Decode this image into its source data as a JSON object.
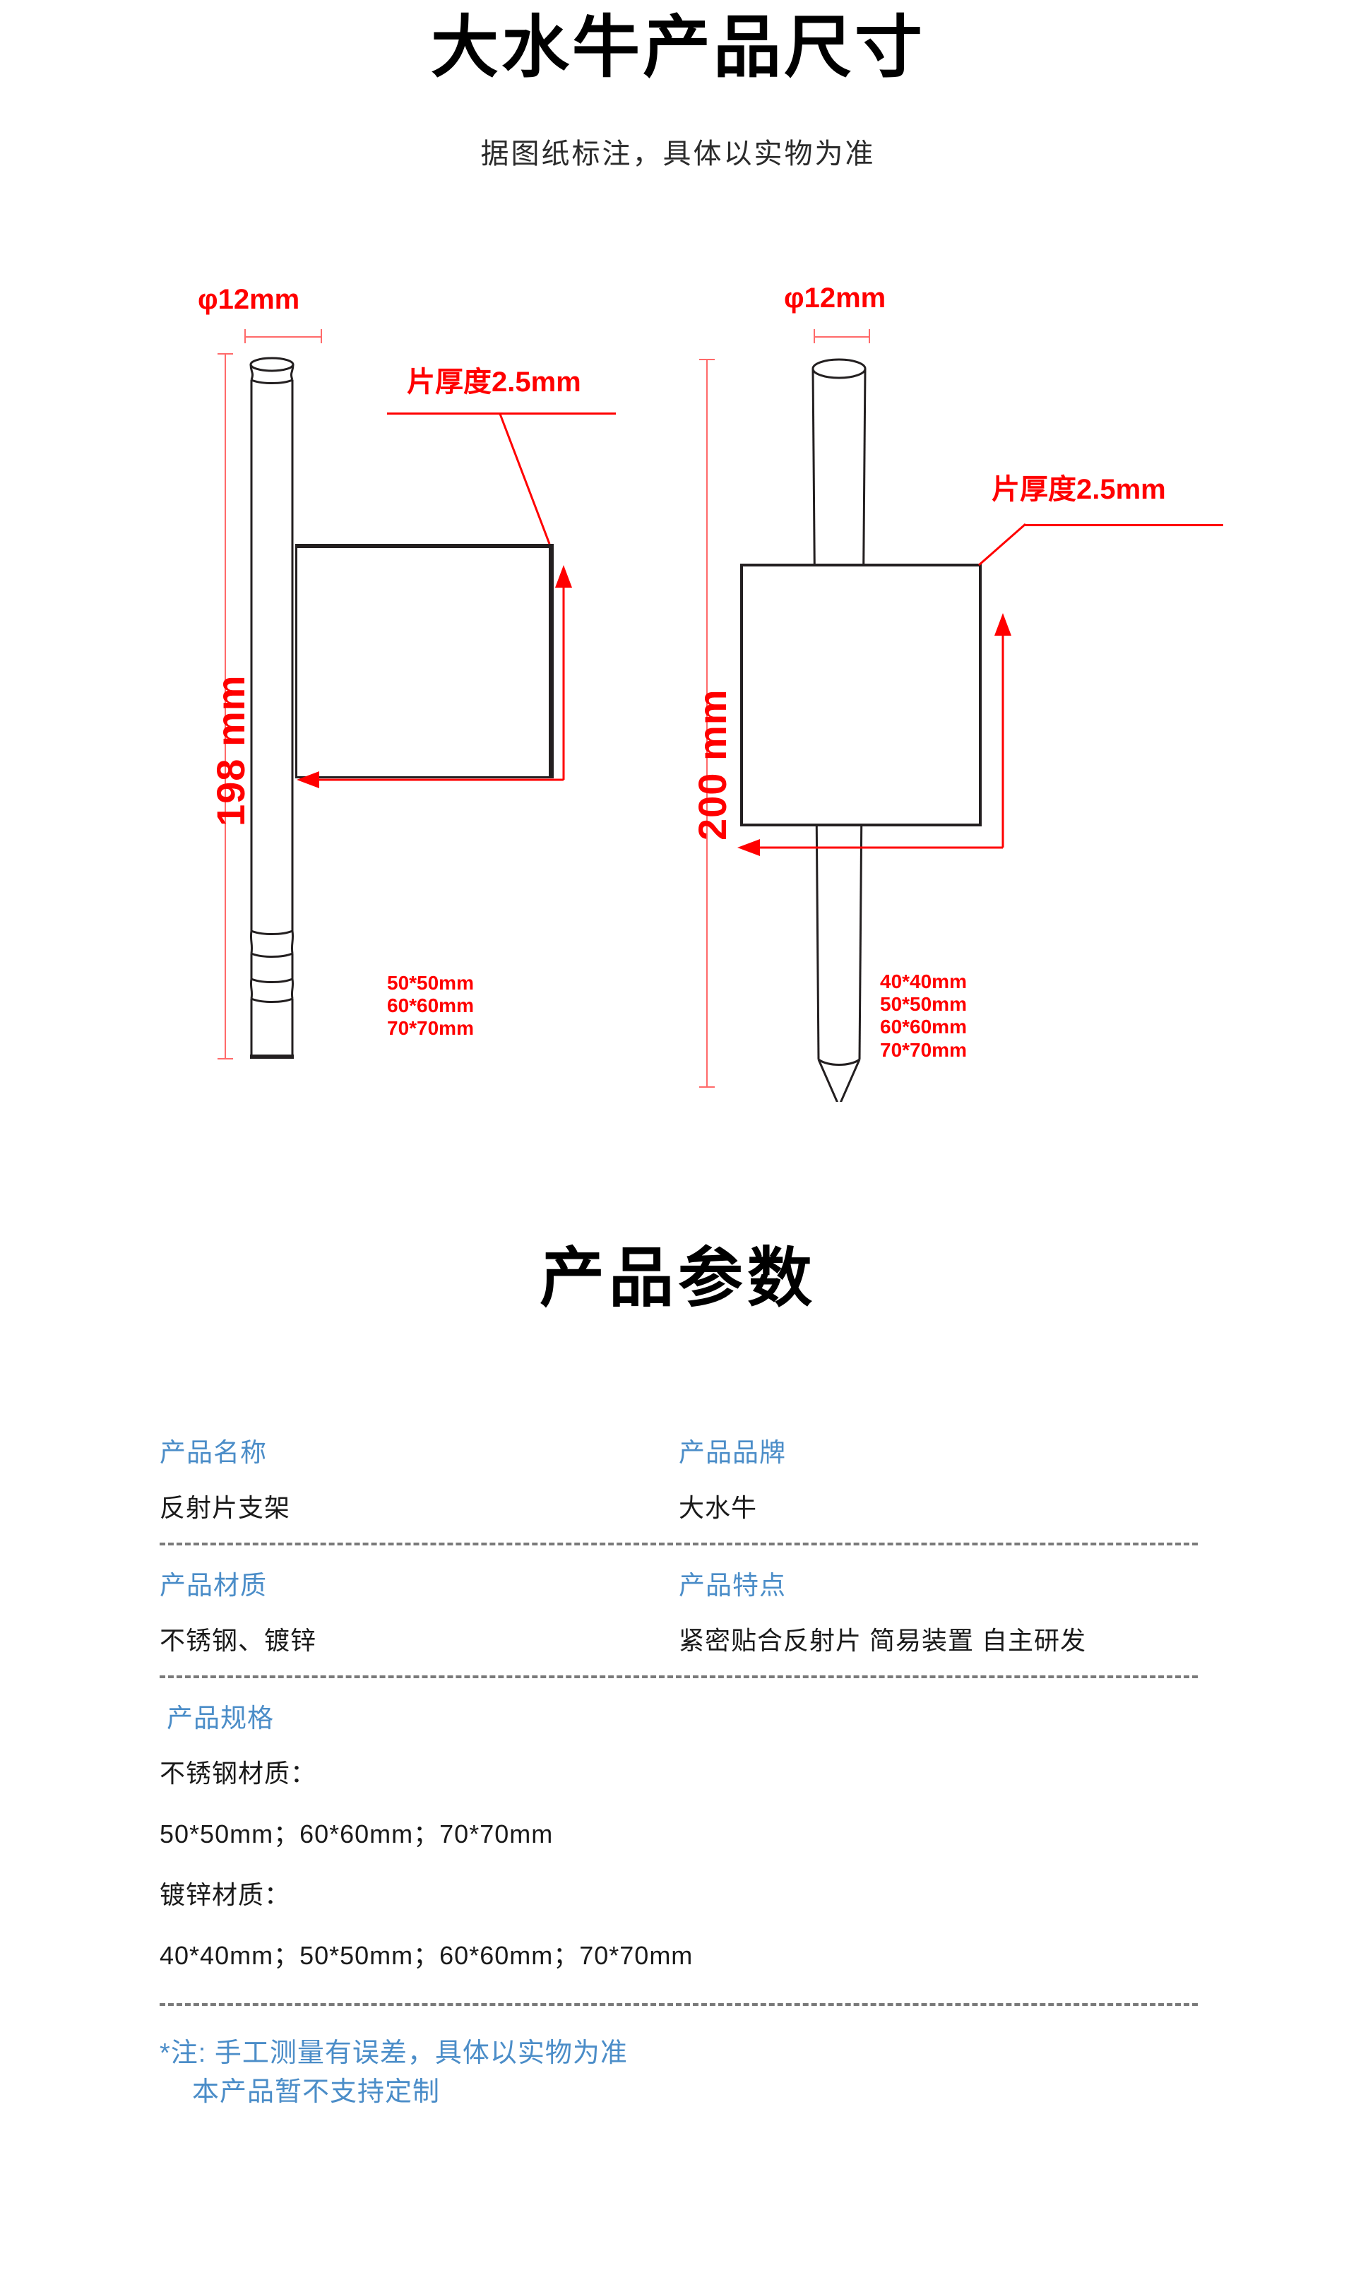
{
  "header": {
    "title": "大水牛产品尺寸",
    "subtitle": "据图纸标注，具体以实物为准"
  },
  "drawings": {
    "left": {
      "diameter_label": "φ12mm",
      "thickness_label": "片厚度2.5mm",
      "length_label": "198 mm",
      "plate_sizes": "50*50mm\n60*60mm\n70*70mm",
      "plate_sizes_list": [
        "50*50mm",
        "60*60mm",
        "70*70mm"
      ]
    },
    "right": {
      "diameter_label": "φ12mm",
      "thickness_label": "片厚度2.5mm",
      "length_label": "200 mm",
      "plate_sizes": "40*40mm\n50*50mm\n60*60mm\n70*70mm",
      "plate_sizes_list": [
        "40*40mm",
        "50*50mm",
        "60*60mm",
        "70*70mm"
      ]
    }
  },
  "params_section": {
    "heading": "产品参数",
    "rows": [
      {
        "left_label": "产品名称",
        "left_value": "反射片支架",
        "right_label": "产品品牌",
        "right_value": "大水牛"
      },
      {
        "left_label": "产品材质",
        "left_value": "不锈钢、镀锌",
        "right_label": "产品特点",
        "right_value": "紧密贴合反射片 简易装置 自主研发"
      }
    ],
    "spec": {
      "label": "产品规格",
      "lines": [
        "不锈钢材质：",
        "50*50mm；60*60mm；70*70mm",
        "镀锌材质：",
        "40*40mm；50*50mm；60*60mm；70*70mm"
      ]
    },
    "note_line1": "*注: 手工测量有误差，具体以实物为准",
    "note_line2": "本产品暂不支持定制"
  },
  "colors": {
    "red": "#ff0000",
    "blue": "#4b8dc8",
    "ink": "#231f20",
    "dash": "#7a7a7a"
  }
}
